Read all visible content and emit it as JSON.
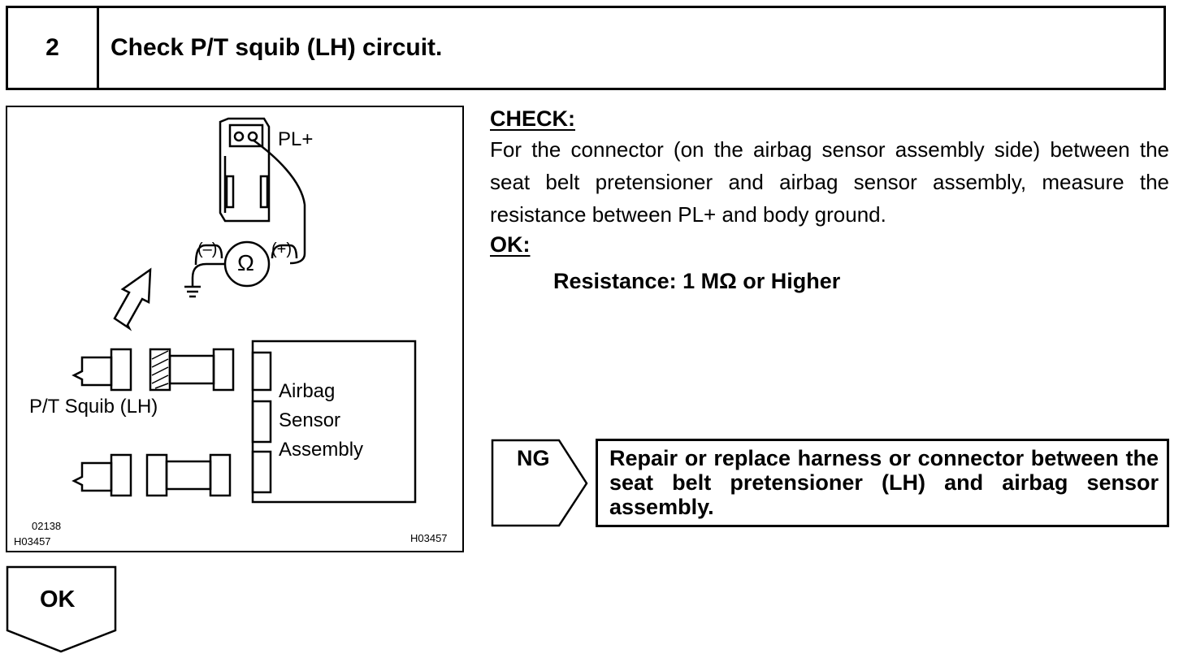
{
  "step": {
    "number": "2",
    "title": "Check P/T squib (LH) circuit."
  },
  "figure": {
    "pl_plus_label": "PL+",
    "minus_label": "(–)",
    "ohm_symbol": "Ω",
    "plus_label": "(+)",
    "squib_label": "P/T Squib (LH)",
    "sensor_label_line1": "Airbag",
    "sensor_label_line2": "Sensor",
    "sensor_label_line3": "Assembly",
    "code_top": "02138",
    "code_bottom_left": "H03457",
    "code_bottom_right": "H03457"
  },
  "check": {
    "heading": "CHECK:",
    "text": "For the connector (on the airbag sensor assembly side) between the seat belt pretensioner and airbag sensor assembly, measure the resistance between PL+ and body ground.",
    "ok_heading": "OK:",
    "spec": "Resistance: 1 MΩ or Higher"
  },
  "ng": {
    "label": "NG",
    "action": "Repair or replace harness or connector between the seat belt pretensioner (LH) and airbag sensor assembly."
  },
  "ok": {
    "label": "OK"
  }
}
